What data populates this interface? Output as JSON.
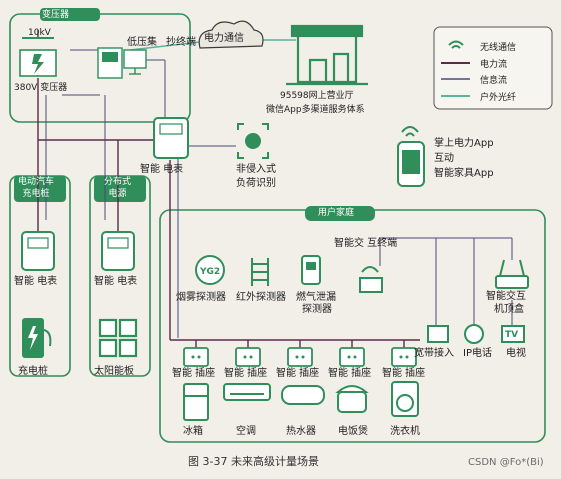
{
  "colors": {
    "green": "#2f8e5a",
    "power_flow": "#5a2a4a",
    "info_flow": "#4a4a7a",
    "fiber": "#59b4a0",
    "background": "#f1efe8"
  },
  "boxes": {
    "transformer": "变压器",
    "ev_charging": "电动汽车\n充电桩",
    "distributed_power": "分布式\n电源",
    "user_home": "用户家庭"
  },
  "labels": {
    "tenkv": "10kV",
    "v380": "380V 变压器",
    "lv_concentrator": "低压集",
    "copy_terminal": "抄终端",
    "power_comm": "电力通信",
    "service_1": "95598网上营业厅",
    "service_2": "微信App多渠道服务体系",
    "smart_meter": "智能  电表",
    "nil_1": "非侵入式",
    "nil_2": "负荷识别",
    "app_1": "掌上电力App",
    "app_2": "互动",
    "app_3": "智能家具App",
    "smart_terminal": "智能交 互终端",
    "smoke": "烟雾探测器",
    "infrared": "红外探测器",
    "gas_1": "燃气泄漏",
    "gas_2": "探测器",
    "stb_1": "智能交互",
    "stb_2": "机顶盒",
    "broadband": "宽带接入",
    "ip_phone": "IP电话",
    "tv": "电视",
    "tv_icon": "TV",
    "smart_socket": "智能  插座",
    "ev_meter": "智能  电表",
    "dg_meter": "智能  电表",
    "charger": "充电桩",
    "solar": "太阳能板",
    "fridge": "冰箱",
    "ac": "空调",
    "heater": "热水器",
    "cooker": "电饭煲",
    "washer": "洗衣机",
    "yg2": "YG2"
  },
  "legend": {
    "wireless": "无线通信",
    "power": "电力流",
    "info": "信息流",
    "fiber": "户外光纤"
  },
  "caption": "图 3-37   未来高级计量场景",
  "watermark": "CSDN @Fo*(Bi)"
}
